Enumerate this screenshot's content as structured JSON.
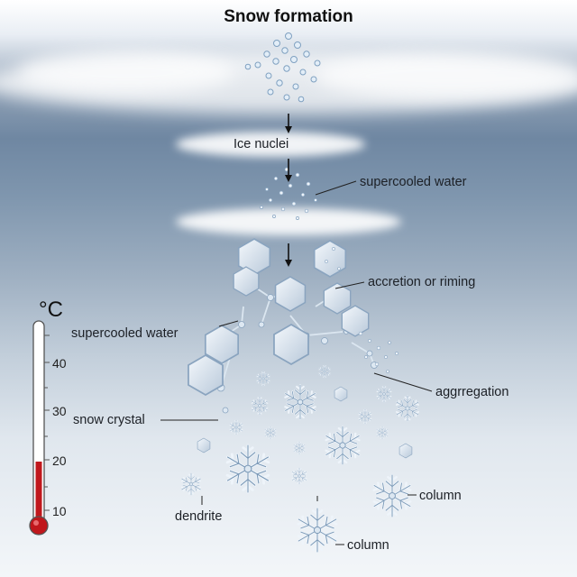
{
  "title": "Snow formation",
  "labels": {
    "ice_nuclei": "Ice nuclei",
    "supercooled_water_upper": "supercooled water",
    "accretion_or_riming": "accretion or riming",
    "supercooled_water_left": "supercooled water",
    "aggregation": "aggrregation",
    "snow_crystal": "snow crystal",
    "dendrite": "dendrite",
    "column_right": "column",
    "column_bottom": "column"
  },
  "thermometer": {
    "unit": "°C",
    "ticks": [
      "40",
      "30",
      "20",
      "10"
    ],
    "mercury_color": "#c0171c"
  },
  "colors": {
    "sky_top": "#6f87a2",
    "sky_bottom": "#f3f6f9",
    "ice": "#8aa4bf"
  }
}
